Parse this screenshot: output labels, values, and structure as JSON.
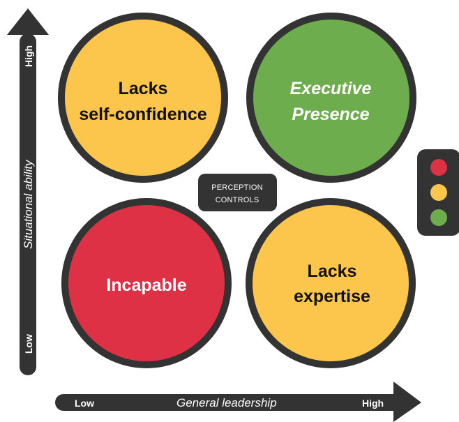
{
  "quadrants": {
    "top_left": {
      "line1": "Lacks",
      "line2": "self-confidence",
      "color": "#FCC54B"
    },
    "top_right": {
      "line1": "Executive",
      "line2": "Presence",
      "color": "#6EAD4D"
    },
    "bottom_left": {
      "line1": "Incapable",
      "color": "#DE3145"
    },
    "bottom_right": {
      "line1": "Lacks",
      "line2": "expertise",
      "color": "#FCC54B"
    }
  },
  "center_box": {
    "line1": "PERCEPTION",
    "line2": "CONTROLS"
  },
  "y_axis": {
    "label": "Situational ability",
    "low": "Low",
    "high": "High"
  },
  "x_axis": {
    "label": "General leadership",
    "low": "Low",
    "high": "High"
  },
  "traffic_light": {
    "colors": [
      "#DE3145",
      "#FCC54B",
      "#6EAD4D"
    ]
  },
  "colors": {
    "dark": "#333333",
    "white_text": "#FFFFFF",
    "black_text": "#111111"
  }
}
